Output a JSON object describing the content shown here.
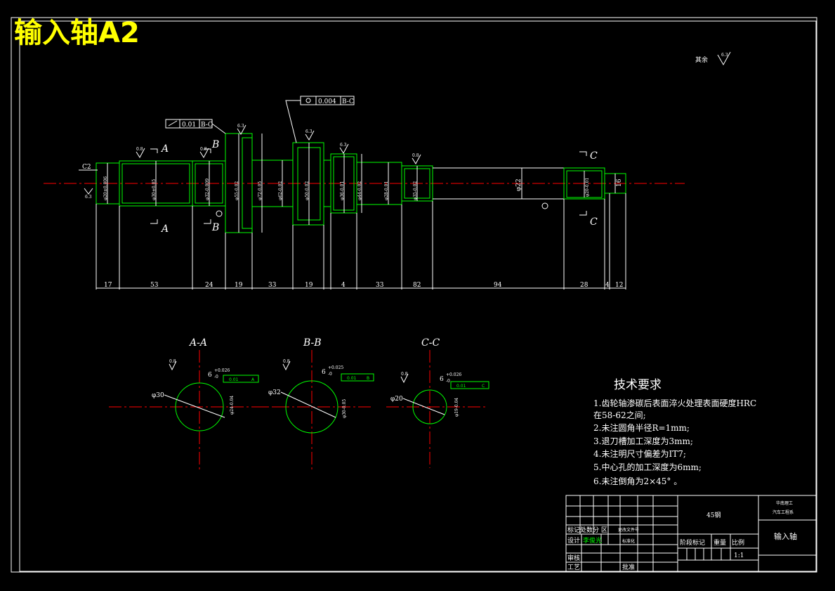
{
  "title": "输入轴A2",
  "surface_other": "其余",
  "roughness": {
    "main": "6.3",
    "fine": "0.8"
  },
  "tolerance_frames": [
    {
      "value": "0.01",
      "datum": "B-C"
    },
    {
      "value": "0.004",
      "datum": "B-C"
    }
  ],
  "chamfer_label": "C2",
  "datum_labels": [
    "A",
    "A",
    "B",
    "B",
    "C",
    "C"
  ],
  "diameters": [
    "φ20±0.006",
    "φ30±0.05",
    "φ32-0.009",
    "φ55-0.02",
    "φ72-0.05",
    "φ62-0.02",
    "φ50-0.02",
    "φ36-0.01",
    "φ44-0.02",
    "φ28-0.01",
    "φ35-0.02",
    "φ20-0.01"
  ],
  "center_dim": "φ22",
  "end_dim": "16",
  "lengths": [
    "17",
    "53",
    "24",
    "19",
    "33",
    "19",
    "4",
    "33",
    "82",
    "94",
    "28",
    "4",
    "12"
  ],
  "sections": [
    {
      "name": "A-A",
      "dia": "φ30",
      "spline": "6",
      "tol_up": "+0.026",
      "tol_low": "-0",
      "frame_value": "0.01",
      "frame_datum": "A",
      "inner": "φ24-0.04"
    },
    {
      "name": "B-B",
      "dia": "φ32",
      "spline": "6",
      "tol_up": "+0.025",
      "tol_low": "-0",
      "frame_value": "0.01",
      "frame_datum": "B",
      "inner": "φ30-0.05"
    },
    {
      "name": "C-C",
      "dia": "φ20",
      "spline": "6",
      "tol_up": "+0.026",
      "tol_low": "-0",
      "frame_value": "0.01",
      "frame_datum": "C",
      "inner": "φ19-0.04"
    }
  ],
  "tech_req": {
    "heading": "技术要求",
    "items": [
      "1.齿轮轴渗碳后表面淬火处理表面硬度HRC",
      "在58-62之间;",
      "2.未注圆角半径R=1mm;",
      "3.退刀槽加工深度为3mm;",
      "4.未注明尺寸偏差为IT7;",
      "5.中心孔的加工深度为6mm;",
      "6.未注倒角为2×45°  。"
    ]
  },
  "title_block": {
    "material": "45钢",
    "school_1": "华南理工",
    "school_2": "汽车工程系",
    "part_name": "输入轴",
    "scale": "1:1",
    "row_mark": "标记处数分  区",
    "row_mark_2": "更改文件号",
    "design": "设计",
    "designer": "李俊光",
    "standard": "标准化",
    "stage": "阶段标记",
    "weight": "重量",
    "ratio": "比例",
    "review": "审核",
    "process": "工艺",
    "approve": "批准"
  }
}
